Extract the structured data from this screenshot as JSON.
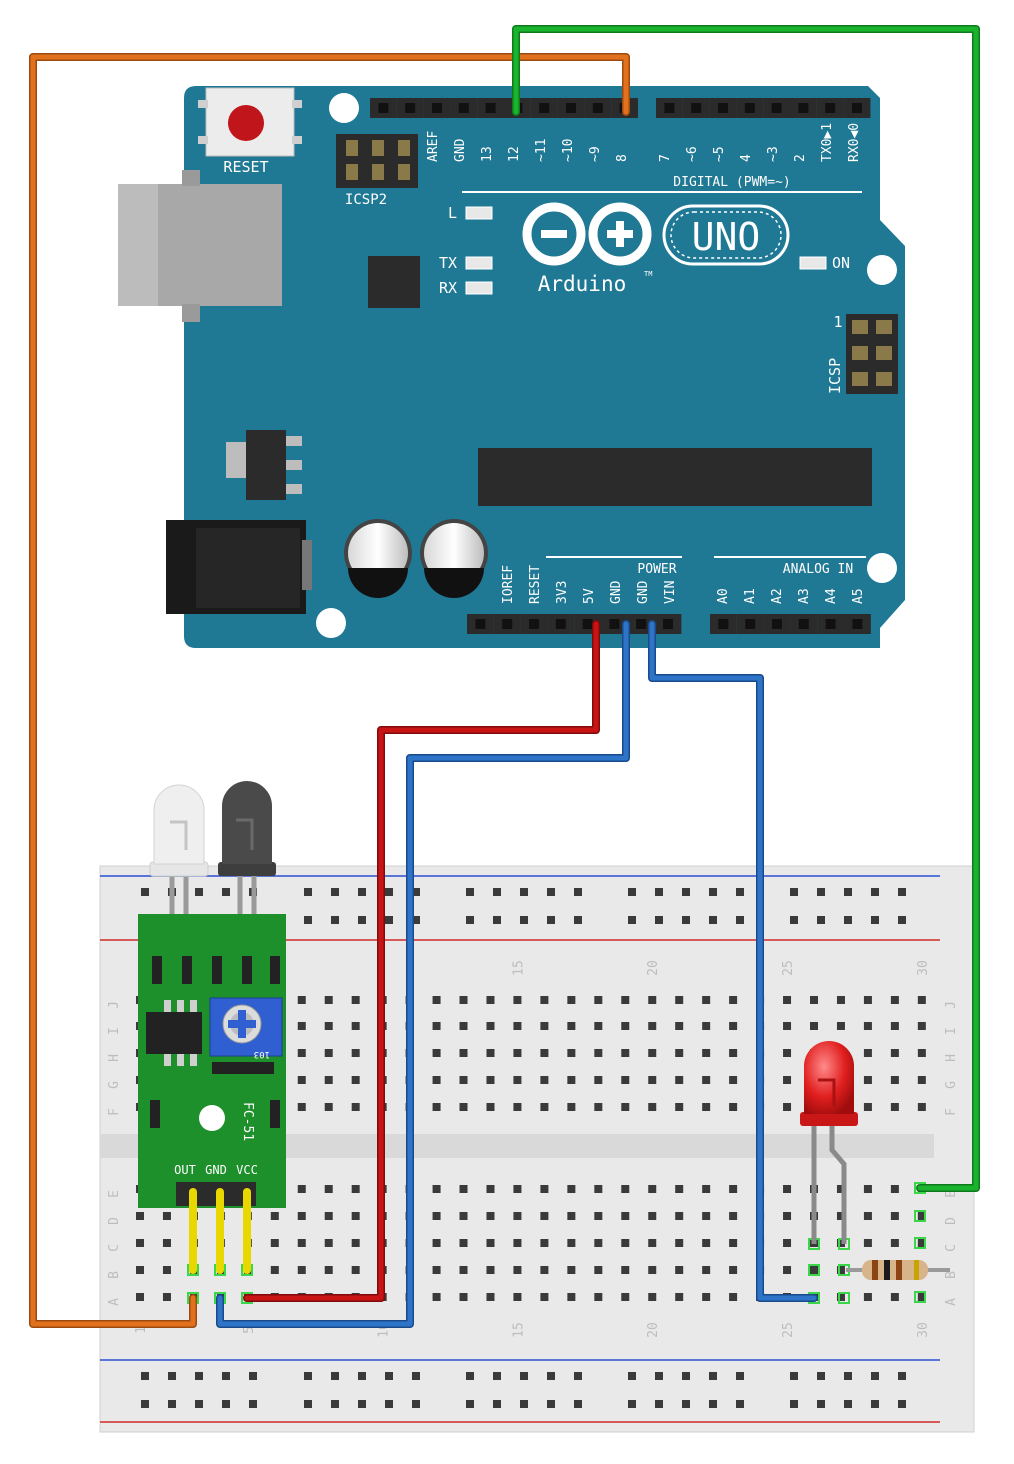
{
  "board": {
    "reset_label": "RESET",
    "icsp2_label": "ICSP2",
    "icsp_label": "ICSP",
    "icsp_pin1": "1",
    "digital_header": "DIGITAL (PWM=~)",
    "digital_pins": [
      "AREF",
      "GND",
      "13",
      "12",
      "~11",
      "~10",
      "~9",
      "8",
      "7",
      "~6",
      "~5",
      "4",
      "~3",
      "2",
      "TX0▶1",
      "RX0◀0"
    ],
    "l_led": "L",
    "tx_led": "TX",
    "rx_led": "RX",
    "on_led": "ON",
    "logo_model": "UNO",
    "logo_brand": "Arduino",
    "logo_tm": "TM",
    "power_header": "POWER",
    "power_pins": [
      "IOREF",
      "RESET",
      "3V3",
      "5V",
      "GND",
      "GND",
      "VIN"
    ],
    "analog_header": "ANALOG IN",
    "analog_pins": [
      "A0",
      "A1",
      "A2",
      "A3",
      "A4",
      "A5"
    ]
  },
  "sensor": {
    "model": "FC-51",
    "pins": [
      "OUT",
      "GND",
      "VCC"
    ],
    "pot_code": "103"
  },
  "breadboard": {
    "rows_top": [
      "J",
      "I",
      "H",
      "G",
      "F"
    ],
    "rows_bottom": [
      "E",
      "D",
      "C",
      "B",
      "A"
    ],
    "column_numbers": [
      "1",
      "5",
      "10",
      "15",
      "20",
      "25",
      "30"
    ]
  },
  "colors": {
    "board": "#1f7894",
    "sensor_pcb": "#1d8f2b",
    "wire_orange": "#e2711d",
    "wire_green": "#19b32d",
    "wire_red": "#c81414",
    "wire_blue": "#2e74c9",
    "led": "#e11f1f"
  }
}
